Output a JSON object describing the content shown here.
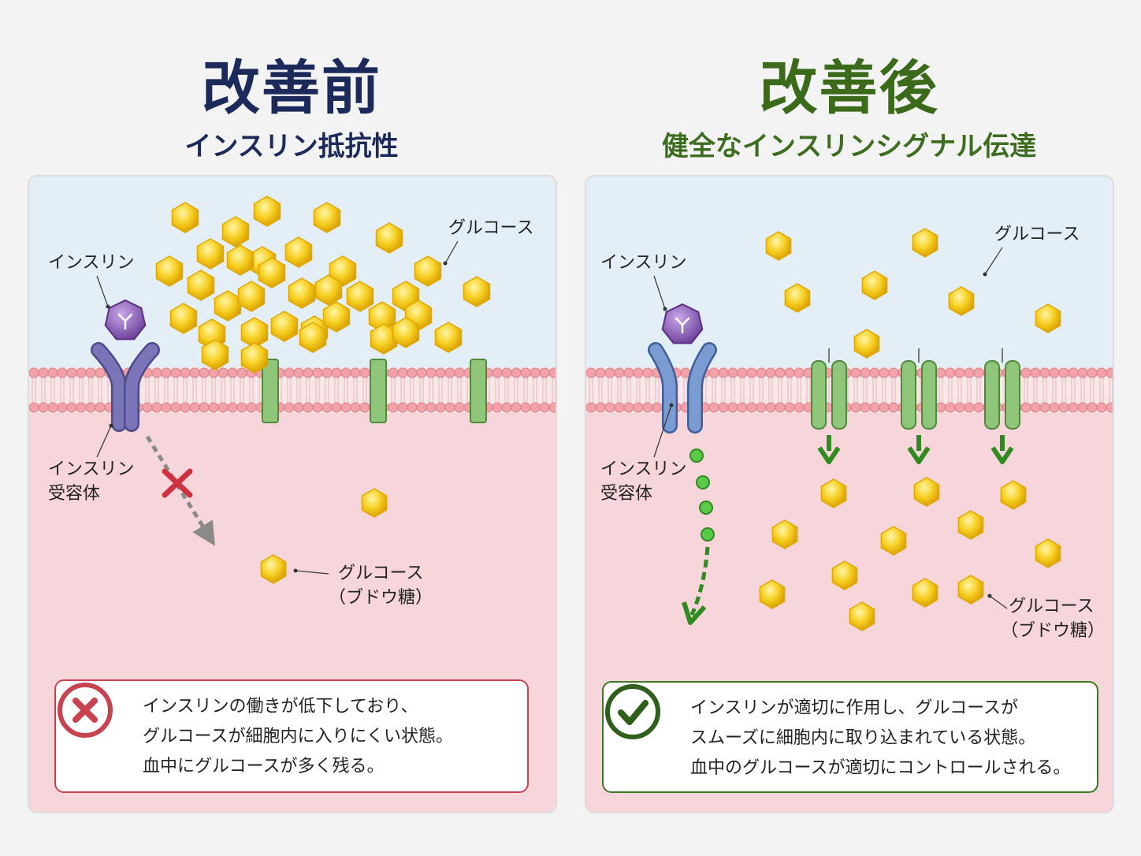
{
  "before": {
    "title": "改善前",
    "subtitle": "インスリン抵抗性",
    "labels": {
      "insulin": "インスリン",
      "glucose_top": "グルコース",
      "receptor_line1": "インスリン",
      "receptor_line2": "受容体",
      "glucose_line1": "グルコース",
      "glucose_line2": "（ブドウ糖）"
    },
    "callout": [
      "インスリンの働きが低下しており、",
      "グルコースが細胞内に入りにくい状態。",
      "血中にグルコースが多く残る。"
    ],
    "icon": "cross-circle-icon"
  },
  "after": {
    "title": "改善後",
    "subtitle": "健全なインスリンシグナル伝達",
    "labels": {
      "insulin": "インスリン",
      "glucose_top": "グルコース",
      "receptor_line1": "インスリン",
      "receptor_line2": "受容体",
      "glucose_line1": "グルコース",
      "glucose_line2": "（ブドウ糖）"
    },
    "callout": [
      "インスリンが適切に作用し、グルコースが",
      "スムーズに細胞内に取り込まれている状態。",
      "血中のグルコースが適切にコントロールされる。"
    ],
    "icon": "check-circle-icon"
  },
  "colors": {
    "before_accent": "#1b2a5a",
    "after_accent": "#3a6a1a",
    "error_red": "#c7434f",
    "success_green": "#3d7a22",
    "glucose": "#f5c518",
    "insulin": "#7b4fa6",
    "extracellular": "#e6f0f8",
    "intracellular": "#f7d9de",
    "membrane": "#f2a2a8"
  }
}
